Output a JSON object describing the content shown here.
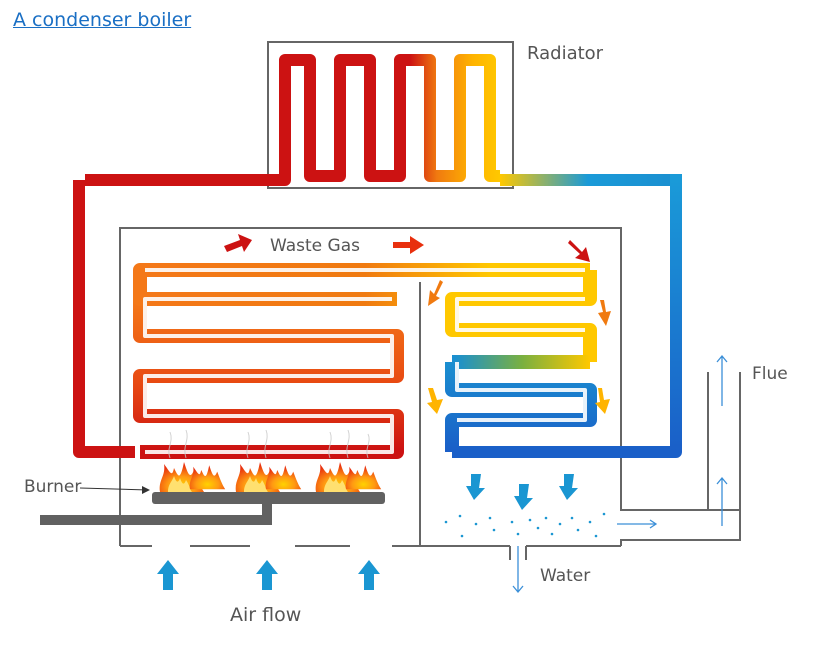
{
  "title": "A condenser boiler",
  "labels": {
    "radiator": "Radiator",
    "waste_gas": "Waste Gas",
    "burner": "Burner",
    "flue": "Flue",
    "water": "Water",
    "air_flow": "Air flow"
  },
  "colors": {
    "title_link": "#1a6fc4",
    "hot_pipe": "#cc1212",
    "warm_pipe": "#f07a10",
    "mid_pipe": "#ffc800",
    "cool_pipe": "#1a8fd0",
    "cold_pipe": "#1a5fc8",
    "air_arrow": "#1a96d2",
    "casing": "#666666",
    "burner_plate": "#616161"
  },
  "icons": [
    "flame-icon",
    "air-arrow-icon",
    "gas-flow-arrow-icon",
    "water-droplet-icon"
  ]
}
